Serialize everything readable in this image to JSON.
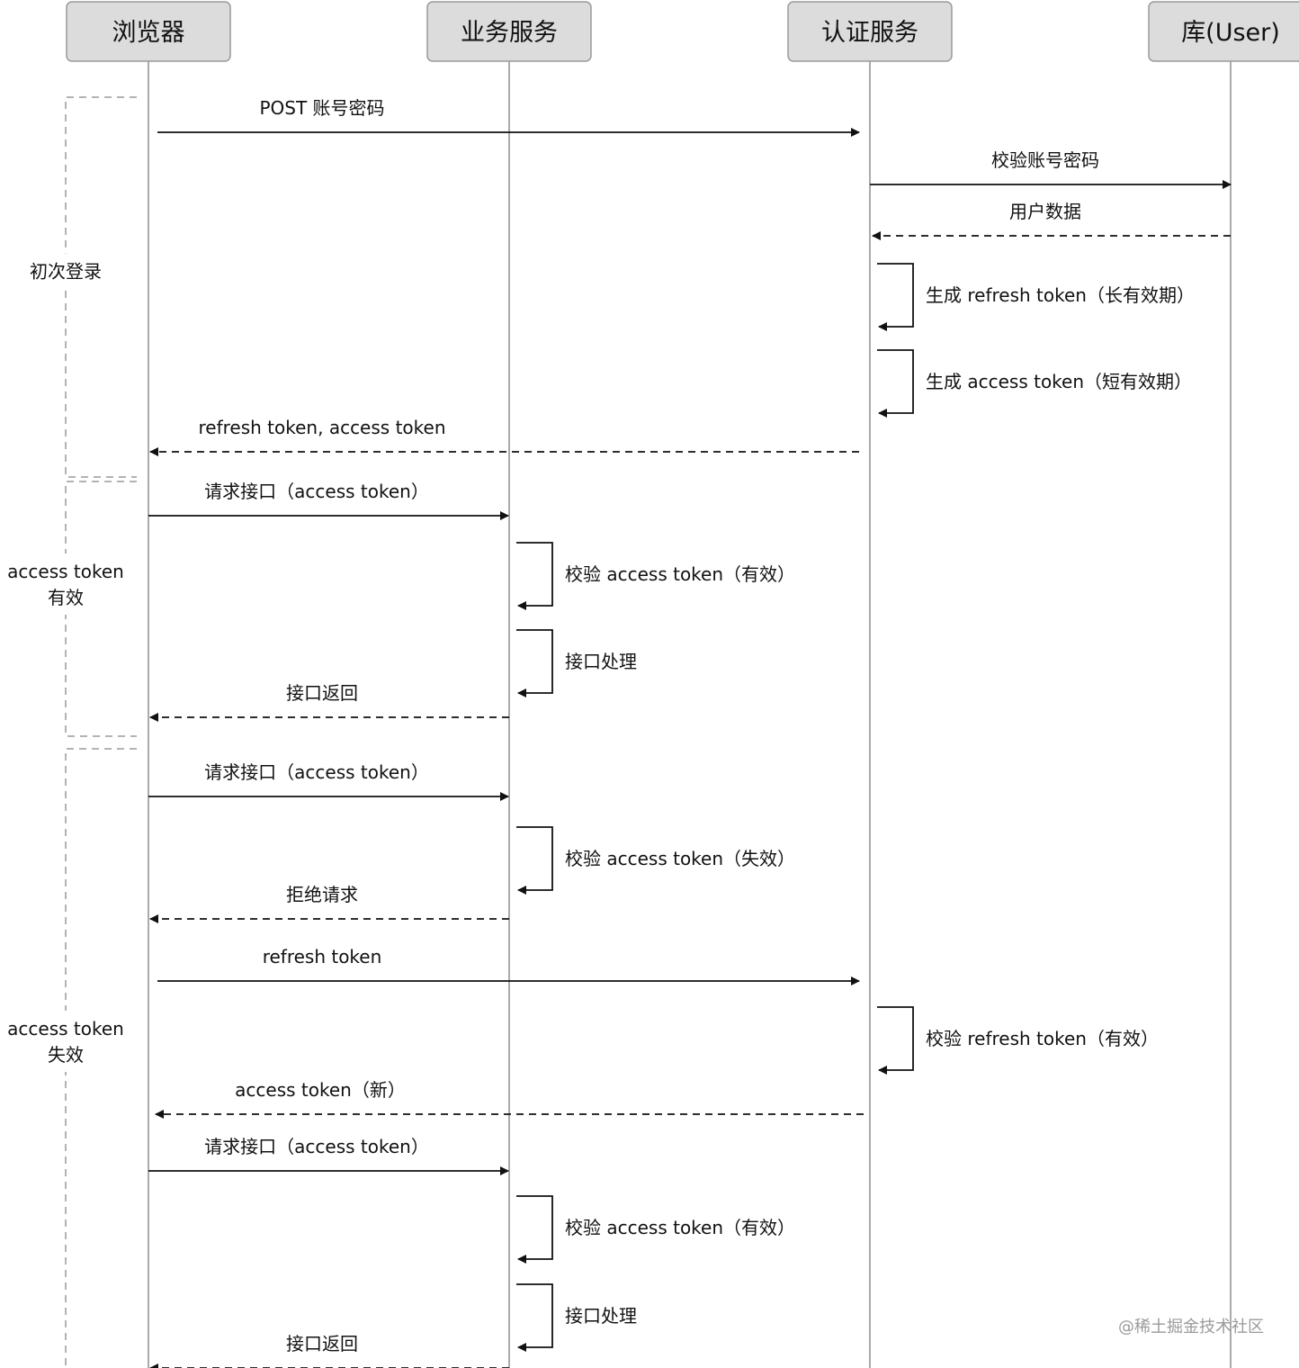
{
  "actors": [
    {
      "id": "browser",
      "label": "浏览器"
    },
    {
      "id": "biz",
      "label": "业务服务"
    },
    {
      "id": "auth",
      "label": "认证服务"
    },
    {
      "id": "db",
      "label": "库(User)"
    }
  ],
  "fragments": [
    {
      "id": "initial-login",
      "lines": [
        "初次登录"
      ]
    },
    {
      "id": "token-valid",
      "lines": [
        "access token",
        "有效"
      ]
    },
    {
      "id": "token-invalid",
      "lines": [
        "access token",
        "失效"
      ]
    }
  ],
  "messages": [
    {
      "id": "m1",
      "kind": "call",
      "from": "browser",
      "to": "auth",
      "label": "POST 账号密码"
    },
    {
      "id": "m2",
      "kind": "call",
      "from": "auth",
      "to": "db",
      "label": "校验账号密码"
    },
    {
      "id": "m3",
      "kind": "return",
      "from": "db",
      "to": "auth",
      "label": "用户数据"
    },
    {
      "id": "m4",
      "kind": "self",
      "on": "auth",
      "label": "生成 refresh token（长有效期）"
    },
    {
      "id": "m5",
      "kind": "self",
      "on": "auth",
      "label": "生成 access token（短有效期）"
    },
    {
      "id": "m6",
      "kind": "return",
      "from": "auth",
      "to": "browser",
      "label": "refresh token, access token"
    },
    {
      "id": "m7",
      "kind": "call",
      "from": "browser",
      "to": "biz",
      "label": "请求接口（access token）"
    },
    {
      "id": "m8",
      "kind": "self",
      "on": "biz",
      "label": "校验 access token（有效）"
    },
    {
      "id": "m9",
      "kind": "self",
      "on": "biz",
      "label": "接口处理"
    },
    {
      "id": "m10",
      "kind": "return",
      "from": "biz",
      "to": "browser",
      "label": "接口返回"
    },
    {
      "id": "m11",
      "kind": "call",
      "from": "browser",
      "to": "biz",
      "label": "请求接口（access token）"
    },
    {
      "id": "m12",
      "kind": "self",
      "on": "biz",
      "label": "校验 access token（失效）"
    },
    {
      "id": "m13",
      "kind": "return",
      "from": "biz",
      "to": "browser",
      "label": "拒绝请求"
    },
    {
      "id": "m14",
      "kind": "call",
      "from": "browser",
      "to": "auth",
      "label": "refresh token"
    },
    {
      "id": "m15",
      "kind": "self",
      "on": "auth",
      "label": "校验 refresh token（有效）"
    },
    {
      "id": "m16",
      "kind": "return",
      "from": "auth",
      "to": "browser",
      "label": "access token（新）"
    },
    {
      "id": "m17",
      "kind": "call",
      "from": "browser",
      "to": "biz",
      "label": "请求接口（access token）"
    },
    {
      "id": "m18",
      "kind": "self",
      "on": "biz",
      "label": "校验 access token（有效）"
    },
    {
      "id": "m19",
      "kind": "self",
      "on": "biz",
      "label": "接口处理"
    },
    {
      "id": "m20",
      "kind": "return",
      "from": "biz",
      "to": "browser",
      "label": "接口返回"
    }
  ],
  "watermark": "@稀土掘金技术社区"
}
